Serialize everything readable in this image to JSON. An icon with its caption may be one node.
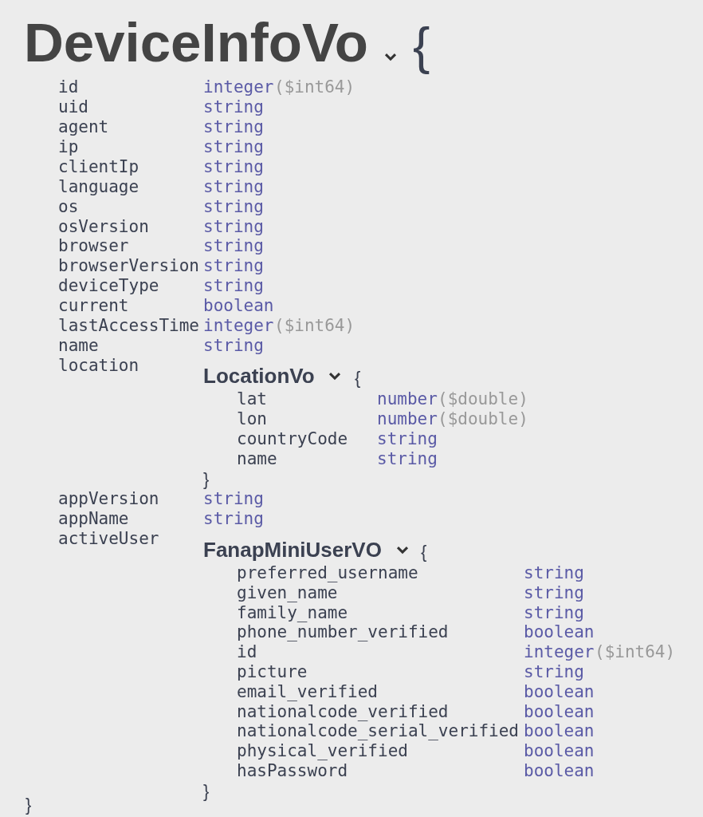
{
  "diagram": {
    "title": "DeviceInfoVo",
    "labels": [
      "{",
      "id",
      "integer",
      "($int64)",
      "uid",
      "string",
      "agent",
      "string",
      "ip",
      "string",
      "clientIp",
      "string",
      "language",
      "string",
      "os",
      "string",
      "osVersion",
      "string",
      "browser",
      "string",
      "browserVersion",
      "string",
      "deviceType",
      "string",
      "current",
      "boolean",
      "lastAccessTime",
      "integer",
      "($int64)",
      "name",
      "string",
      "location",
      "LocationVo",
      "{",
      "lat",
      "number",
      "($double)",
      "lon",
      "number",
      "($double)",
      "countryCode",
      "string",
      "name",
      "string",
      "}",
      "appVersion",
      "string",
      "appName",
      "string",
      "activeUser",
      "FanapMiniUserVO",
      "{",
      "preferred_username",
      "string",
      "given_name",
      "string",
      "family_name",
      "string",
      "phone_number_verified",
      "boolean",
      "id",
      "integer",
      "($int64)",
      "picture",
      "string",
      "email_verified",
      "boolean",
      "nationalcode_verified",
      "boolean",
      "nationalcode_serial_verified",
      "boolean",
      "physical_verified",
      "boolean",
      "hasPassword",
      "boolean",
      "}",
      "}"
    ]
  }
}
